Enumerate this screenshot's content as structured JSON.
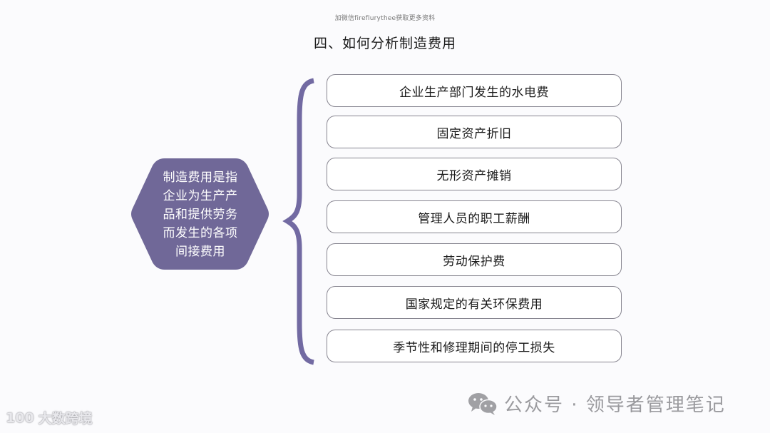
{
  "header": {
    "top_note": "加微信fireflurythee获取更多资料",
    "title": "四、如何分析制造费用"
  },
  "definition": {
    "lines": [
      "制造费用是指",
      "企业为生产产",
      "品和提供劳务",
      "而发生的各项",
      "间接费用"
    ],
    "color": "#706898"
  },
  "brace": {
    "color": "#726aa2"
  },
  "items": [
    {
      "label": "企业生产部门发生的水电费"
    },
    {
      "label": "固定资产折旧"
    },
    {
      "label": "无形资产摊销"
    },
    {
      "label": "管理人员的职工薪酬"
    },
    {
      "label": "劳动保护费"
    },
    {
      "label": "国家规定的有关环保费用"
    },
    {
      "label": "季节性和修理期间的停工损失"
    }
  ],
  "watermarks": {
    "right_icon": "wechat-icon",
    "right_text": "公众号 · 领导者管理笔记",
    "left_logo": "100",
    "left_text": "大数跨境"
  }
}
